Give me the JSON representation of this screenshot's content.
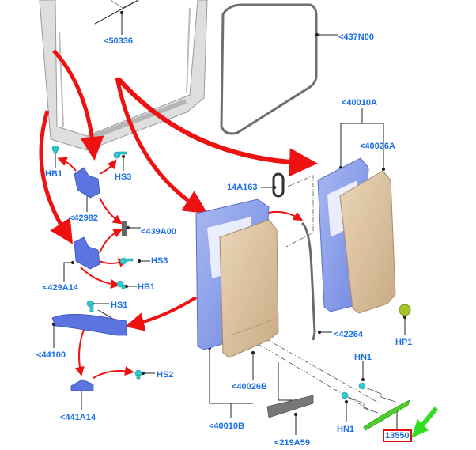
{
  "diagram": {
    "title": "Rear Door Assembly Exploded View",
    "colors": {
      "label": "#1a6fe8",
      "arrow": "#ee1111",
      "highlight_box": "#e01010",
      "pointer_arrow": "#33dd22",
      "panel_blue": "#7f95e8",
      "panel_tan": "#dcc3a0",
      "fastener_cyan": "#33c9cf",
      "plug_green": "#a6c52a",
      "body_gray": "#d9d9d9"
    },
    "labels": [
      {
        "id": "50336",
        "text": "<50336"
      },
      {
        "id": "437N00",
        "text": "<437N00"
      },
      {
        "id": "40010A",
        "text": "<40010A"
      },
      {
        "id": "40026A",
        "text": "<40026A"
      },
      {
        "id": "HB1a",
        "text": "HB1"
      },
      {
        "id": "HS3a",
        "text": "HS3"
      },
      {
        "id": "42982",
        "text": "<42982"
      },
      {
        "id": "439A00",
        "text": "<439A00"
      },
      {
        "id": "HS3b",
        "text": "HS3"
      },
      {
        "id": "429A14",
        "text": "<429A14"
      },
      {
        "id": "HB1b",
        "text": "HB1"
      },
      {
        "id": "14A163",
        "text": "14A163"
      },
      {
        "id": "HS1",
        "text": "HS1"
      },
      {
        "id": "44100",
        "text": "<44100"
      },
      {
        "id": "HS2",
        "text": "HS2"
      },
      {
        "id": "441A14",
        "text": "<441A14"
      },
      {
        "id": "42264",
        "text": "<42264"
      },
      {
        "id": "HP1",
        "text": "HP1"
      },
      {
        "id": "HN1a",
        "text": "HN1"
      },
      {
        "id": "HN1b",
        "text": "HN1"
      },
      {
        "id": "40026B",
        "text": "<40026B"
      },
      {
        "id": "40010B",
        "text": "<40010B"
      },
      {
        "id": "219A59",
        "text": "<219A59"
      },
      {
        "id": "13550",
        "text": "13550",
        "highlighted": true
      }
    ]
  }
}
